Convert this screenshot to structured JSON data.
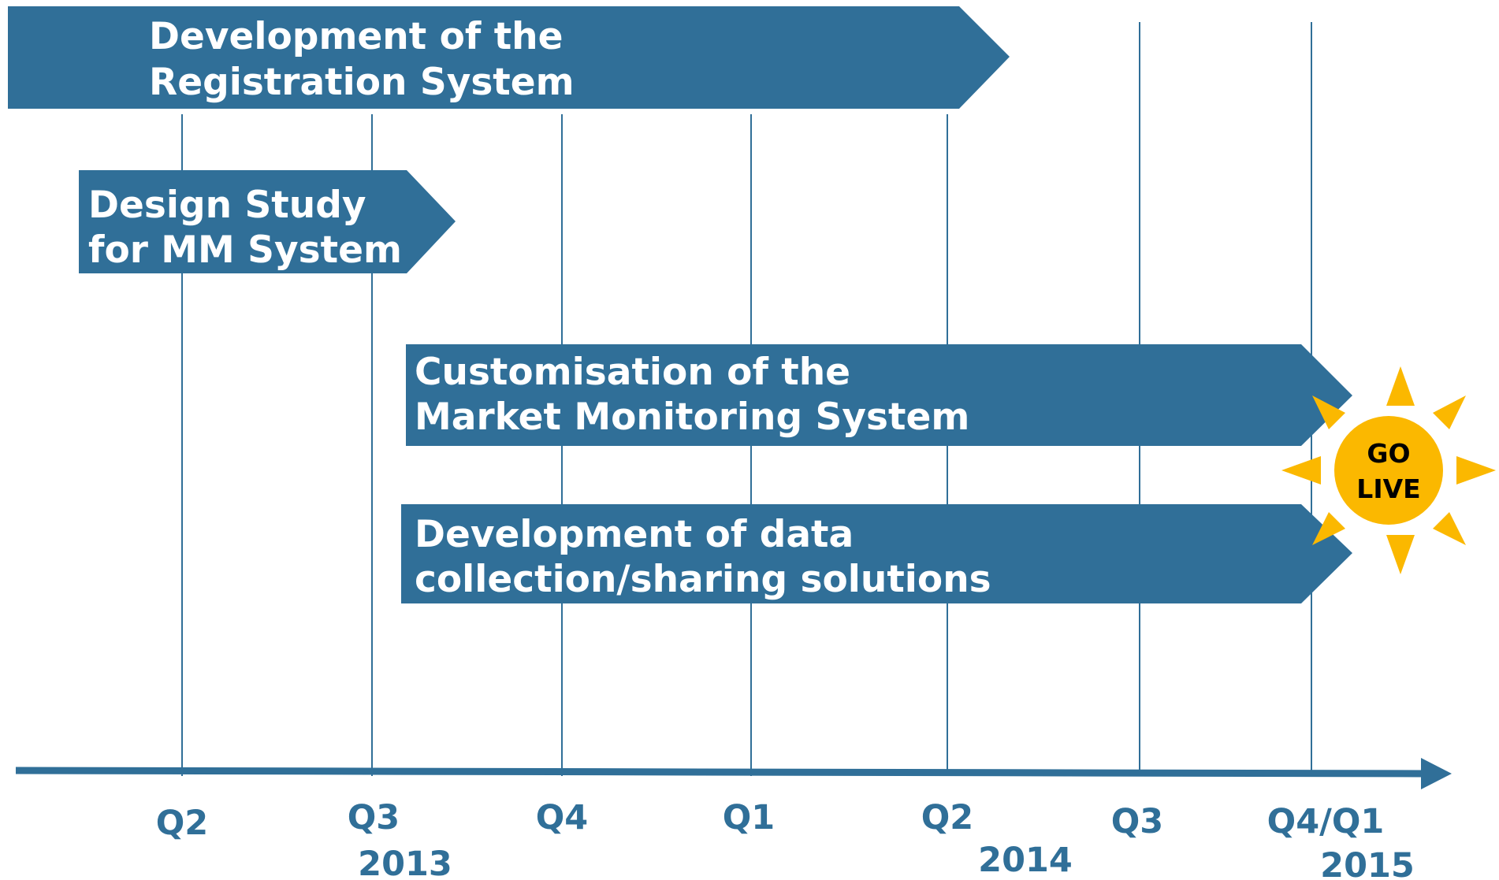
{
  "colors": {
    "bar": "#306f98",
    "line": "#306f98",
    "axis_text": "#306f98",
    "sun": "#fbb800",
    "bar_text": "#ffffff",
    "golive_text": "#000000"
  },
  "bars": [
    {
      "lines": [
        "Development of the",
        "Registration System"
      ]
    },
    {
      "lines": [
        "Design Study",
        "for MM System"
      ]
    },
    {
      "lines": [
        "Customisation of the",
        "Market Monitoring System"
      ]
    },
    {
      "lines": [
        "Development of data",
        "collection/sharing solutions"
      ]
    }
  ],
  "quarters": [
    "Q2",
    "Q3",
    "Q4",
    "Q1",
    "Q2",
    "Q3",
    "Q4/Q1"
  ],
  "years": [
    "2013",
    "2014",
    "2015"
  ],
  "golive": {
    "line1": "GO",
    "line2": "LIVE",
    "icon": "sun-icon"
  }
}
